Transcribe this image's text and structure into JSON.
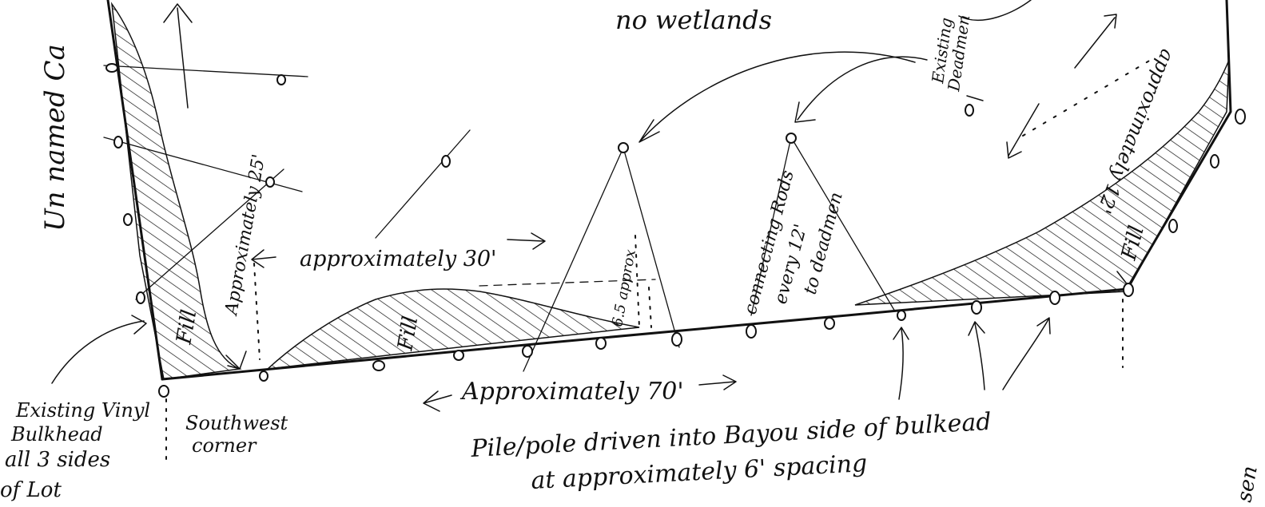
{
  "labels": {
    "no_wetlands": "no wetlands",
    "unnamed_canal": "Un named Ca",
    "approx_25": "Approximately 25'",
    "approx_30": "approximately 30'",
    "approx_70": "Approximately 70'",
    "approx_65": "6.5 approx",
    "fill_left": "Fill",
    "fill_middle": "Fill",
    "fill_right": "Fill",
    "existing_vinyl_1": "Existing Vinyl",
    "existing_vinyl_2": "Bulkhead",
    "existing_vinyl_3": "all 3 sides",
    "existing_vinyl_4": "of Lot",
    "southwest_1": "Southwest",
    "southwest_2": "corner",
    "pile_1": "Pile/pole driven into Bayou side of bulkead",
    "pile_2": "at approximately 6' spacing",
    "connecting_1": "connecting Rods",
    "connecting_2": "every 12'",
    "connecting_3": "to deadmen",
    "existing_deadmen_1": "Existing",
    "existing_deadmen_2": "Deadmen",
    "approx_12": "approximately 12'",
    "right_edge": "sen"
  }
}
